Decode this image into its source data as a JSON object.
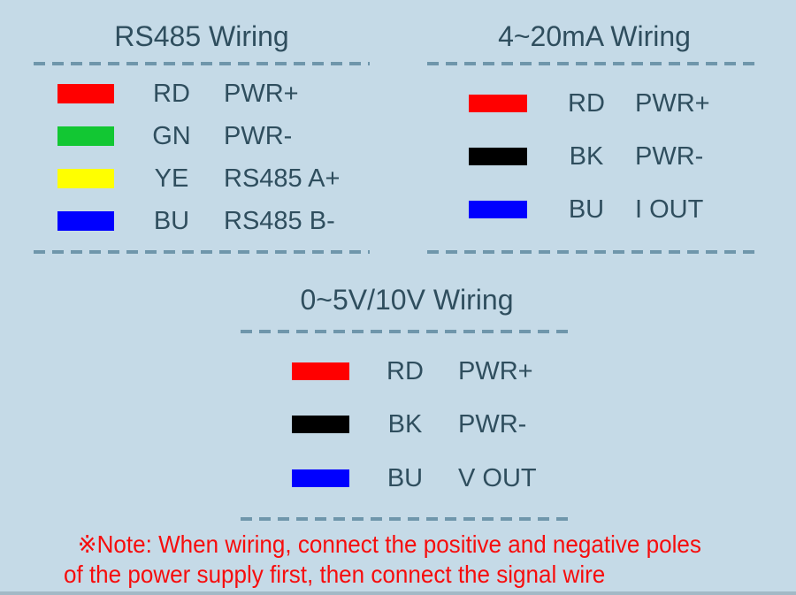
{
  "palette": {
    "background": "#c5dae7",
    "text": "#2f4e5e",
    "dash": "#6f96ab",
    "note_red": "#f60d0d",
    "bottom_strip": "#a3b9c6"
  },
  "sections": [
    {
      "title": "RS485 Wiring",
      "rows": [
        {
          "color": "#ff0000",
          "color_name": "red",
          "abbr": "RD",
          "signal": "PWR+"
        },
        {
          "color": "#12c733",
          "color_name": "green",
          "abbr": "GN",
          "signal": "PWR-"
        },
        {
          "color": "#ffff00",
          "color_name": "yellow",
          "abbr": "YE",
          "signal": "RS485 A+"
        },
        {
          "color": "#0000ff",
          "color_name": "blue",
          "abbr": "BU",
          "signal": "RS485 B-"
        }
      ]
    },
    {
      "title": "4~20mA Wiring",
      "rows": [
        {
          "color": "#ff0000",
          "color_name": "red",
          "abbr": "RD",
          "signal": "PWR+"
        },
        {
          "color": "#000000",
          "color_name": "black",
          "abbr": "BK",
          "signal": "PWR-"
        },
        {
          "color": "#0000ff",
          "color_name": "blue",
          "abbr": "BU",
          "signal": "I OUT"
        }
      ]
    },
    {
      "title": "0~5V/10V Wiring",
      "rows": [
        {
          "color": "#ff0000",
          "color_name": "red",
          "abbr": "RD",
          "signal": "PWR+"
        },
        {
          "color": "#000000",
          "color_name": "black",
          "abbr": "BK",
          "signal": "PWR-"
        },
        {
          "color": "#0000ff",
          "color_name": "blue",
          "abbr": "BU",
          "signal": "V OUT"
        }
      ]
    }
  ],
  "note": {
    "line1": "※Note: When wiring, connect the positive and negative poles",
    "line2": "of the power supply first, then connect the signal wire"
  }
}
